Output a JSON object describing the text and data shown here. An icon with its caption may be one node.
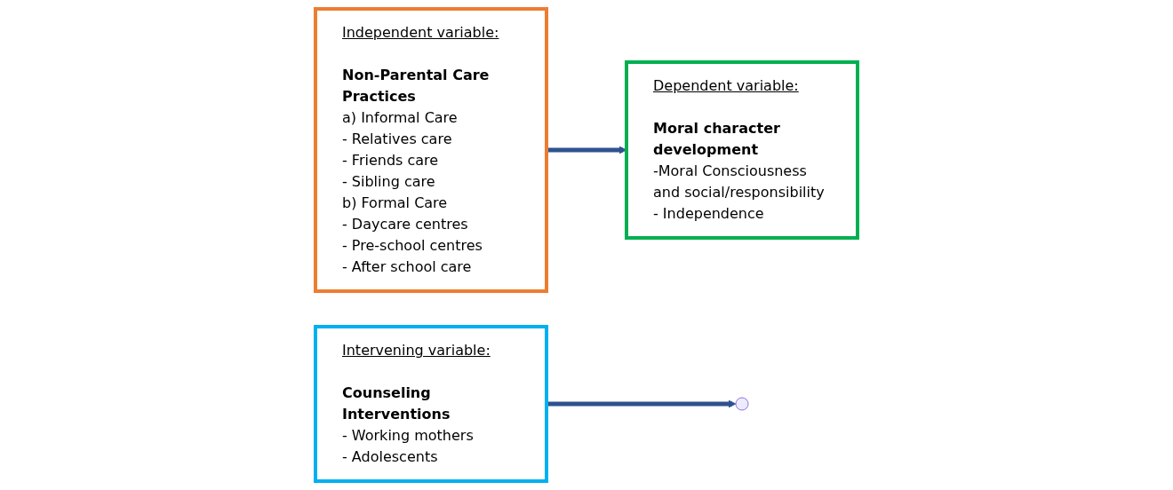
{
  "diagram": {
    "nodes": [
      {
        "text": [
          "Independent variable:",
          "Non-Parental Care Practices",
          "a) Informal Care",
          "- Relatives care",
          "- Friends care",
          "- Sibling care",
          "b) Formal Care",
          "- Daycare centres",
          "- Pre-school centres",
          "- After school care"
        ]
      },
      {
        "text": [
          "Dependent variable:",
          "Moral character development",
          "-Moral Consciousness and social/responsibility",
          "- Independence"
        ]
      },
      {
        "text": [
          "Intervening variable:",
          "Counseling Interventions",
          "- Working mothers",
          "- Adolescents"
        ]
      }
    ],
    "edges": [
      {
        "from": 0,
        "to": 1,
        "arrow": "to"
      },
      {
        "from": 2,
        "to": null,
        "arrow": "to"
      }
    ]
  }
}
